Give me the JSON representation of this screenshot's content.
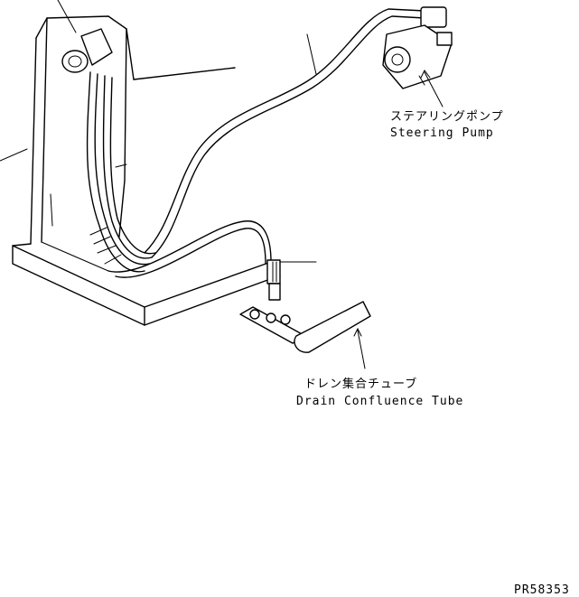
{
  "labels": {
    "steering_pump_jp": "ステアリングポンプ",
    "steering_pump_en": "Steering Pump",
    "drain_tube_jp": "ドレン集合チューブ",
    "drain_tube_en": "Drain Confluence Tube",
    "drawing_code": "PR58353"
  },
  "colors": {
    "line": "#000000",
    "background": "#ffffff"
  }
}
